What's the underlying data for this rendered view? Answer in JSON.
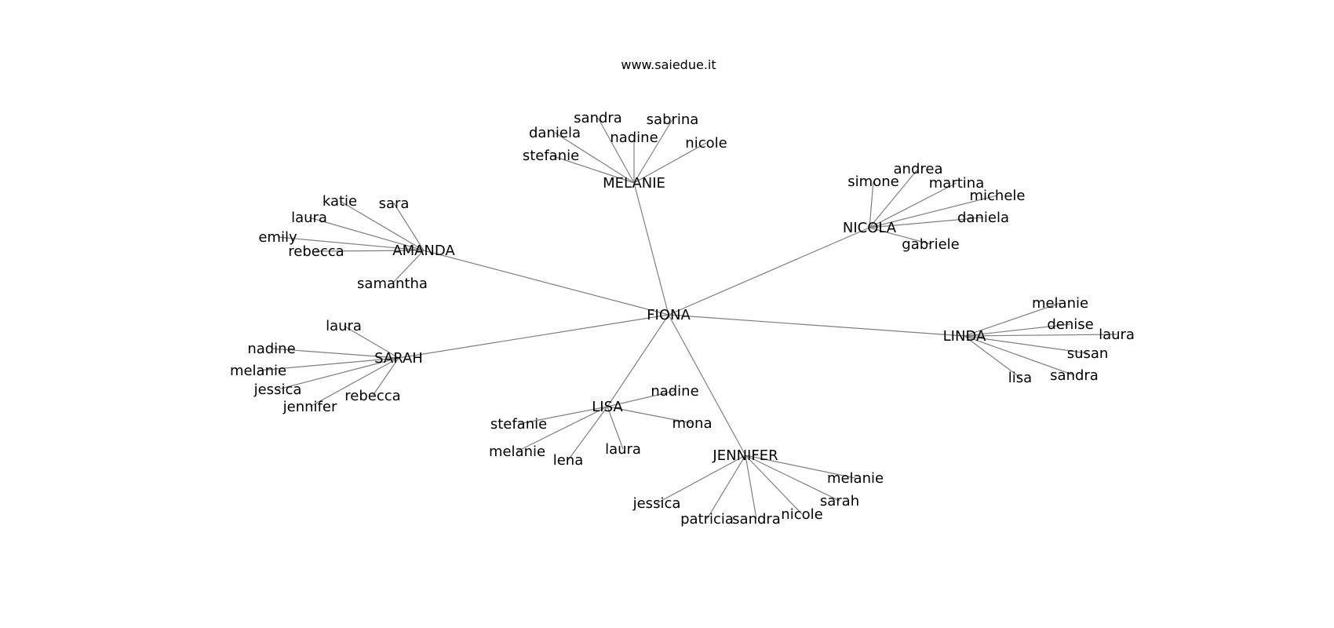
{
  "title": "www.saiedue.it",
  "colors": {
    "edge": "#7f7f7f",
    "text": "#000000",
    "background": "#ffffff"
  },
  "graph": {
    "root": "FIONA",
    "groups": [
      {
        "hub": "MELANIE",
        "leaves": [
          "sandra",
          "sabrina",
          "daniela",
          "nadine",
          "nicole",
          "stefanie"
        ]
      },
      {
        "hub": "NICOLA",
        "leaves": [
          "andrea",
          "simone",
          "martina",
          "michele",
          "daniela",
          "gabriele"
        ]
      },
      {
        "hub": "AMANDA",
        "leaves": [
          "katie",
          "sara",
          "laura",
          "emily",
          "rebecca",
          "samantha"
        ]
      },
      {
        "hub": "LINDA",
        "leaves": [
          "melanie",
          "denise",
          "laura",
          "susan",
          "lisa",
          "sandra"
        ]
      },
      {
        "hub": "SARAH",
        "leaves": [
          "laura",
          "nadine",
          "melanie",
          "jessica",
          "jennifer",
          "rebecca"
        ]
      },
      {
        "hub": "LISA",
        "leaves": [
          "nadine",
          "stefanie",
          "mona",
          "melanie",
          "laura",
          "lena"
        ]
      },
      {
        "hub": "JENNIFER",
        "leaves": [
          "melanie",
          "sarah",
          "jessica",
          "patricia",
          "sandra",
          "nicole"
        ]
      }
    ]
  }
}
